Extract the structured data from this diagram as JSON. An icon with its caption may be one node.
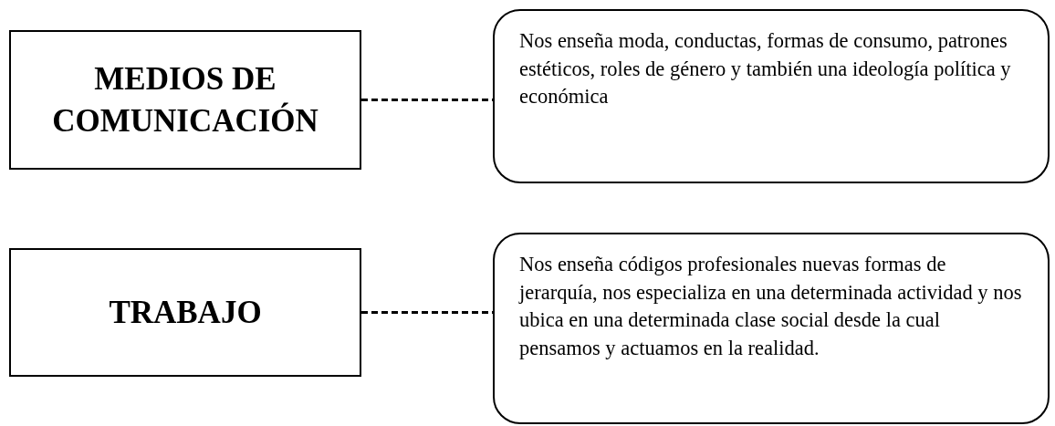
{
  "diagram": {
    "nodes": [
      {
        "text": [
          "MEDIOS DE COMUNICACIÓN"
        ]
      },
      {
        "text": [
          "Nos enseña moda, conductas, formas de consumo, patrones estéticos, roles de género y también una ideología política y económica"
        ]
      },
      {
        "text": [
          "TRABAJO"
        ]
      },
      {
        "text": [
          "Nos enseña códigos profesionales nuevas formas de jerarquía, nos especializa en una determinada actividad y nos ubica en una determinada clase social desde la cual pensamos y actuamos en la realidad."
        ]
      }
    ],
    "edges": [
      {
        "from": 0,
        "to": 1,
        "arrow": "none",
        "style": "dashed"
      },
      {
        "from": 2,
        "to": 3,
        "arrow": "none",
        "style": "dashed"
      }
    ]
  }
}
